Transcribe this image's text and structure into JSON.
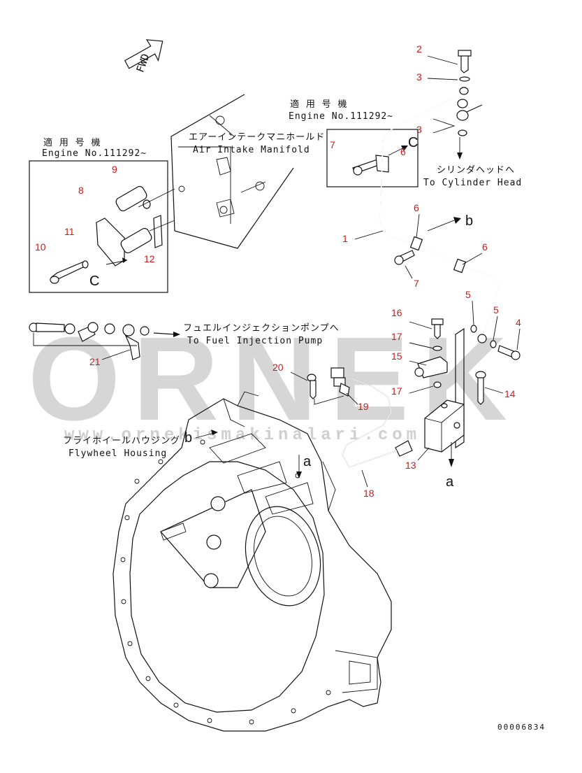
{
  "fwd_label": "FWD",
  "applicable_heading_1": "適 用 号 機",
  "engine_no_1": "Engine No.111292~",
  "applicable_heading_2": "適 用 号 機",
  "engine_no_2": "Engine No.111292~",
  "air_intake_jp": "エアーインテークマニホールド",
  "air_intake_en": "Air Intake Manifold",
  "cyl_head_jp": "シリンダヘッドへ",
  "cyl_head_en": "To Cylinder Head",
  "fuel_pump_jp": "フュエルインジェクションポンプへ",
  "fuel_pump_en": "To Fuel Injection Pump",
  "flywheel_jp": "フライホイールハウジング",
  "flywheel_en": "Flywheel Housing",
  "watermark_brand": "ORNEK",
  "watermark_url": "www.ornekismakinalari.com.tr",
  "drawing_code": "00006834",
  "ref_letters": {
    "b": "b",
    "c": "C",
    "a": "a"
  },
  "callouts": {
    "c1": "1",
    "c2": "2",
    "c3a": "3",
    "c3b": "3",
    "c4": "4",
    "c5a": "5",
    "c5b": "5",
    "c6a": "6",
    "c6b": "6",
    "c6c": "6",
    "c7a": "7",
    "c7b": "7",
    "c8": "8",
    "c9": "9",
    "c10": "10",
    "c11": "11",
    "c12": "12",
    "c13": "13",
    "c14": "14",
    "c15": "15",
    "c16": "16",
    "c17a": "17",
    "c17b": "17",
    "c18": "18",
    "c19": "19",
    "c20": "20",
    "c21": "21"
  },
  "colors": {
    "callout": "#d01818",
    "line": "#111111",
    "watermark": "#d6d6d6"
  }
}
